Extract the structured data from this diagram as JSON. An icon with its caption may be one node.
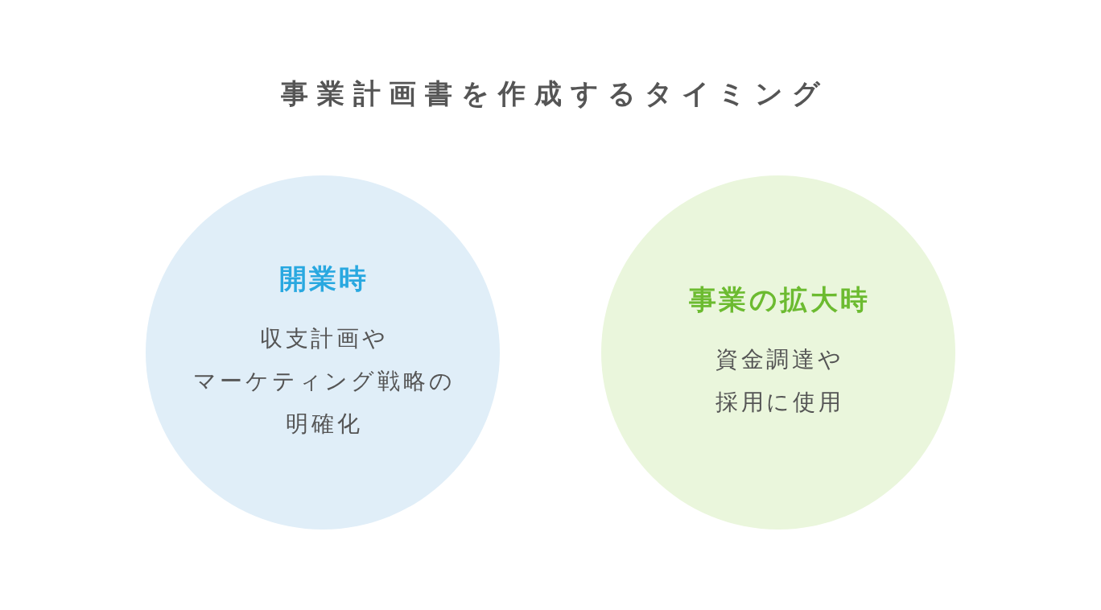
{
  "diagram": {
    "title": "事業計画書を作成するタイミング",
    "nodes": [
      {
        "text": [
          "開業時",
          "収支計画やマーケティング戦略の明確化"
        ]
      },
      {
        "text": [
          "事業の拡大時",
          "資金調達や採用に使用"
        ]
      }
    ]
  }
}
